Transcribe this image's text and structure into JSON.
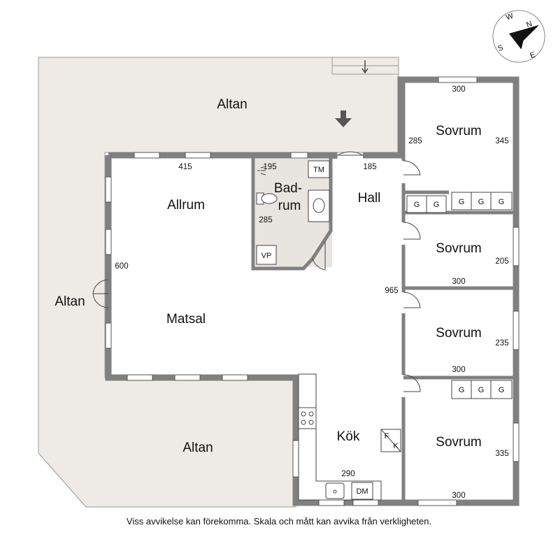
{
  "rooms": {
    "altan_top": "Altan",
    "altan_left": "Altan",
    "altan_bottom": "Altan",
    "allrum": "Allrum",
    "matsal": "Matsal",
    "badrum_line1": "Bad-",
    "badrum_line2": "rum",
    "hall": "Hall",
    "kok": "Kök",
    "sovrum_1": "Sovrum",
    "sovrum_2": "Sovrum",
    "sovrum_3": "Sovrum",
    "sovrum_4": "Sovrum"
  },
  "dimensions": {
    "allrum_width": "415",
    "living_depth": "600",
    "badrum_width": "195",
    "badrum_depth": "285",
    "hall_width": "185",
    "hall_depth": "965",
    "sovrum1_width": "300",
    "sovrum1_depth_left": "285",
    "sovrum1_depth_right": "345",
    "sovrum2_depth": "205",
    "sovrum2_width": "300",
    "sovrum3_depth": "235",
    "sovrum3_width": "300",
    "sovrum4_depth": "335",
    "sovrum4_width": "300",
    "kok_width": "290"
  },
  "fixtures": {
    "tm": "TM",
    "vp": "VP",
    "dm": "DM",
    "f": "F",
    "k": "K",
    "wardrobe": [
      "G",
      "G",
      "G",
      "G",
      "G",
      "G",
      "G",
      "G"
    ]
  },
  "compass": {
    "n": "N",
    "e": "E",
    "s": "S",
    "w": "W"
  },
  "colors": {
    "wall": "#808080",
    "deck": "#eeeae6",
    "bath": "#e8e4df",
    "line": "#333333"
  },
  "disclaimer": "Viss avvikelse kan förekomma. Skala och mått kan avvika från verkligheten."
}
